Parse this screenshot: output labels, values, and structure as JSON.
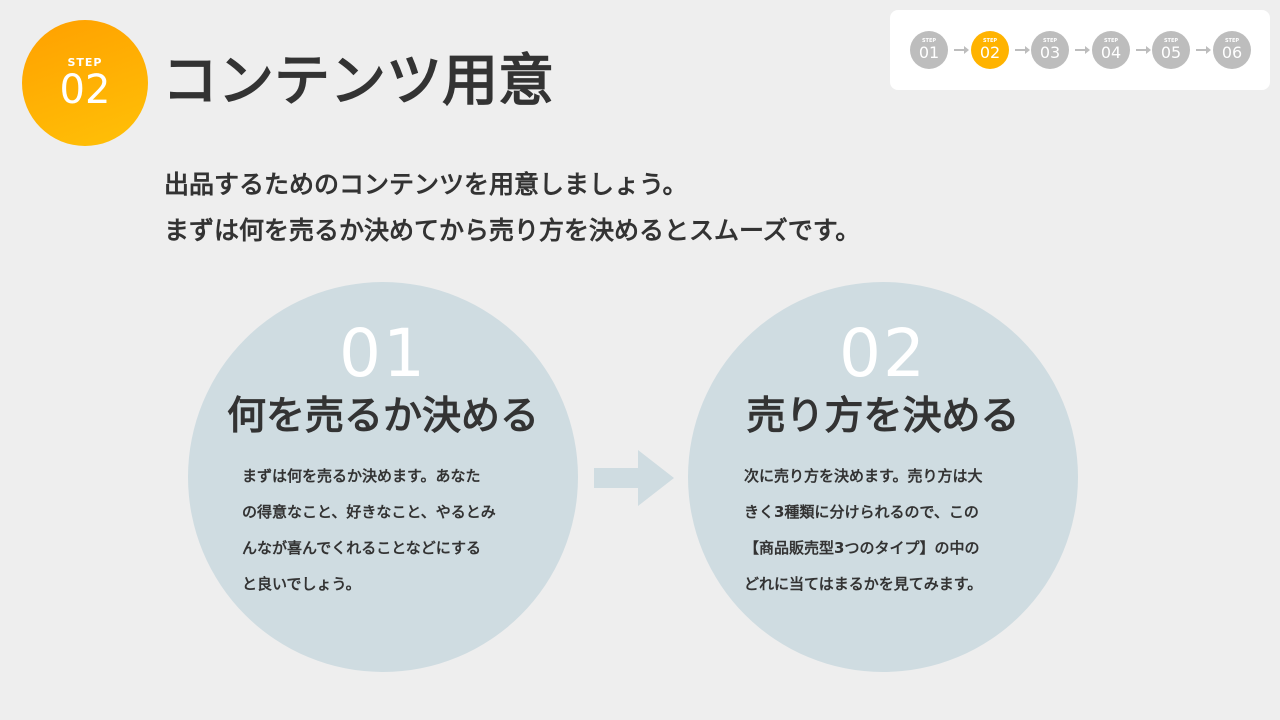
{
  "badge": {
    "label": "STEP",
    "number": "02"
  },
  "title": "コンテンツ用意",
  "progress": {
    "label": "STEP",
    "steps": [
      "01",
      "02",
      "03",
      "04",
      "05",
      "06"
    ],
    "active_index": 1
  },
  "intro": {
    "line1": "出品するためのコンテンツを用意しましょう。",
    "line2": "まずは何を売るか決めてから売り方を決めるとスムーズです。"
  },
  "cards": [
    {
      "number": "01",
      "title": "何を売るか決める",
      "lines": [
        "まずは何を売るか決めます。あなた",
        "の得意なこと、好きなこと、やるとみ",
        "んなが喜んでくれることなどにする",
        "と良いでしょう。"
      ]
    },
    {
      "number": "02",
      "title": "売り方を決める",
      "lines": [
        "次に売り方を決めます。売り方は大",
        "きく3種類に分けられるので、この",
        "【商品販売型3つのタイプ】の中の",
        "どれに当てはまるかを見てみます。"
      ]
    }
  ],
  "colors": {
    "accent": "#ffb300",
    "inactive_step": "#bdbdbd",
    "circle": "#cfdce1",
    "text": "#333333",
    "background": "#eeeeee"
  },
  "icons": {
    "flow": "arrow-right-icon"
  }
}
